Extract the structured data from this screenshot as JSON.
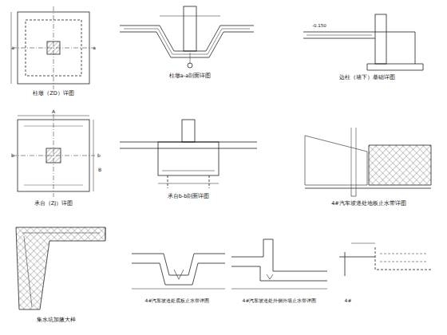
{
  "diagram": {
    "labels": [
      "柱墩（ZD）详图",
      "承台（ZJ）详图",
      "集水坑加腋大样",
      "柱墩a-a剖面详图",
      "承台b-b剖面详图",
      "边柱（墙下）基础详图",
      "4#汽车坡道处地板止水带详图",
      "4#汽车坡道处底板止水带详图",
      "4#汽车坡道处外侧外墙止水带详图",
      "4#",
      "a",
      "a",
      "b",
      "b",
      "A",
      "B",
      "-0.150"
    ]
  }
}
